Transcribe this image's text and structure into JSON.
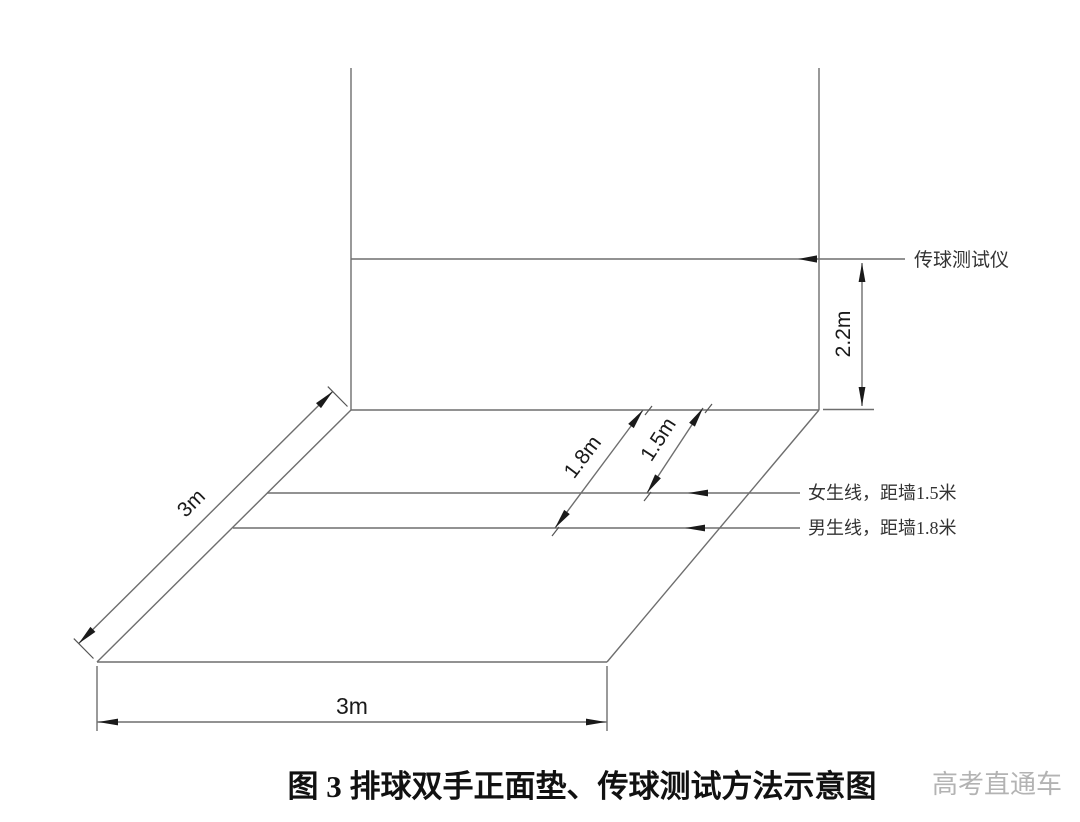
{
  "figure": {
    "caption": "图 3 排球双手正面垫、传球测试方法示意图",
    "watermark": "高考直通车"
  },
  "labels": {
    "instrument": "传球测试仪",
    "girls_line": "女生线，距墙1.5米",
    "boys_line": "男生线，距墙1.8米"
  },
  "dimensions": {
    "wall_mark_height": "2.2m",
    "girls_distance": "1.5m",
    "boys_distance": "1.8m",
    "floor_depth": "3m",
    "floor_width": "3m"
  },
  "colors": {
    "line": "#6e6e6e",
    "arrow": "#1a1a1a",
    "dimension_text": "#1a1a1a",
    "label_text": "#333333",
    "watermark_text": "#b3b3b3",
    "background": "#ffffff"
  }
}
